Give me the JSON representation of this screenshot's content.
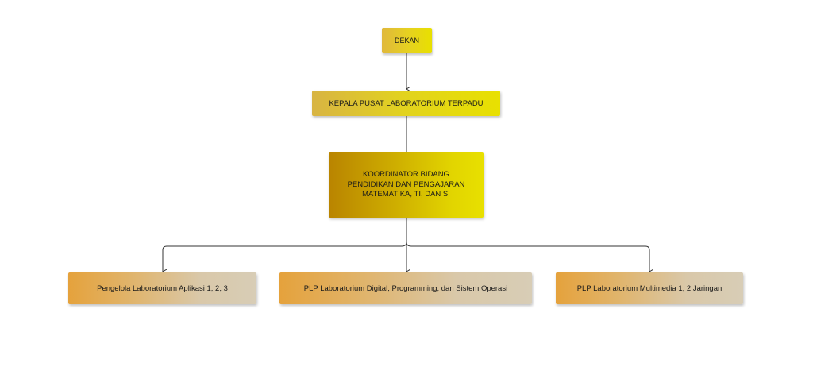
{
  "diagram": {
    "nodes": {
      "dekan": "DEKAN",
      "kepala": "KEPALA PUSAT LABORATORIUM TERPADU",
      "koordinator": "KOORDINATOR BIDANG\nPENDIDIKAN DAN  PENGAJARAN\nMATEMATIKA, TI, DAN SI",
      "leaves": [
        "Pengelola Laboratorium Aplikasi 1, 2, 3",
        "PLP Laboratorium Digital, Programming, dan Sistem Operasi",
        "PLP Laboratorium Multimedia 1, 2 Jaringan"
      ]
    },
    "edges": [
      [
        "dekan",
        "kepala"
      ],
      [
        "kepala",
        "koordinator"
      ],
      [
        "koordinator",
        "leaf1"
      ],
      [
        "koordinator",
        "leaf2"
      ],
      [
        "koordinator",
        "leaf3"
      ]
    ],
    "colors": {
      "line": "#333333",
      "top_box": "#e8e000",
      "koordinator_dark": "#b98400",
      "leaf_left": "#e5a23c",
      "leaf_right": "#d8cdb6"
    }
  }
}
